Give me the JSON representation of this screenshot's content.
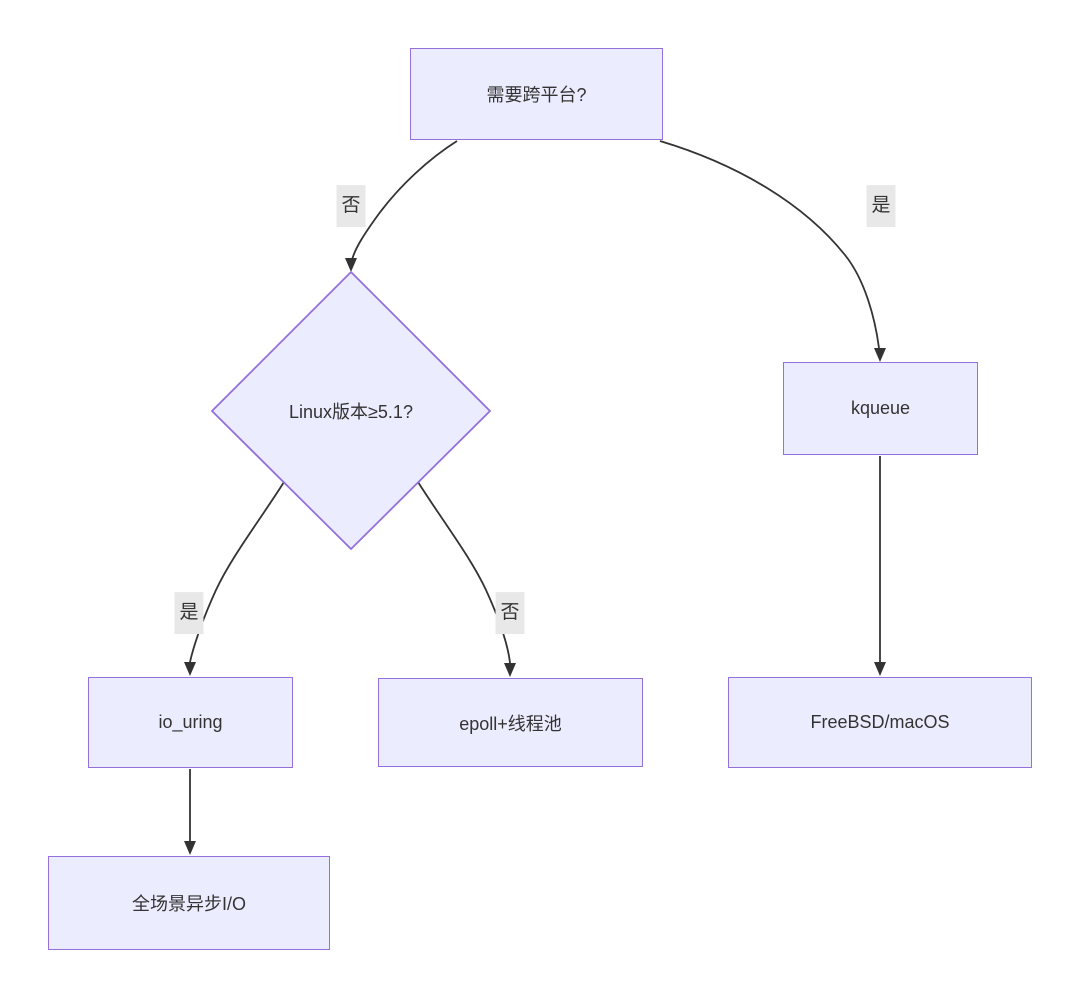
{
  "diagram": {
    "type": "flowchart",
    "direction": "top-down",
    "colors": {
      "node_fill": "#ECECFF",
      "node_border": "#9370DB",
      "edge_stroke": "#333333",
      "text": "#333333",
      "edge_label_bg": "#e8e8e8",
      "background": "#ffffff"
    },
    "nodes": {
      "root": {
        "label": "需要跨平台?",
        "shape": "rect"
      },
      "linux_version": {
        "label": "Linux版本≥5.1?",
        "shape": "diamond"
      },
      "kqueue": {
        "label": "kqueue",
        "shape": "rect"
      },
      "io_uring": {
        "label": "io_uring",
        "shape": "rect"
      },
      "epoll_pool": {
        "label": "epoll+线程池",
        "shape": "rect"
      },
      "freebsd_macos": {
        "label": "FreeBSD/macOS",
        "shape": "rect"
      },
      "full_async": {
        "label": "全场景异步I/O",
        "shape": "rect"
      }
    },
    "edges": [
      {
        "from": "需要跨平台?",
        "to": "Linux版本≥5.1?",
        "label": "否"
      },
      {
        "from": "需要跨平台?",
        "to": "kqueue",
        "label": "是"
      },
      {
        "from": "Linux版本≥5.1?",
        "to": "io_uring",
        "label": "是"
      },
      {
        "from": "Linux版本≥5.1?",
        "to": "epoll+线程池",
        "label": "否"
      },
      {
        "from": "kqueue",
        "to": "FreeBSD/macOS",
        "label": ""
      },
      {
        "from": "io_uring",
        "to": "全场景异步I/O",
        "label": ""
      }
    ]
  }
}
